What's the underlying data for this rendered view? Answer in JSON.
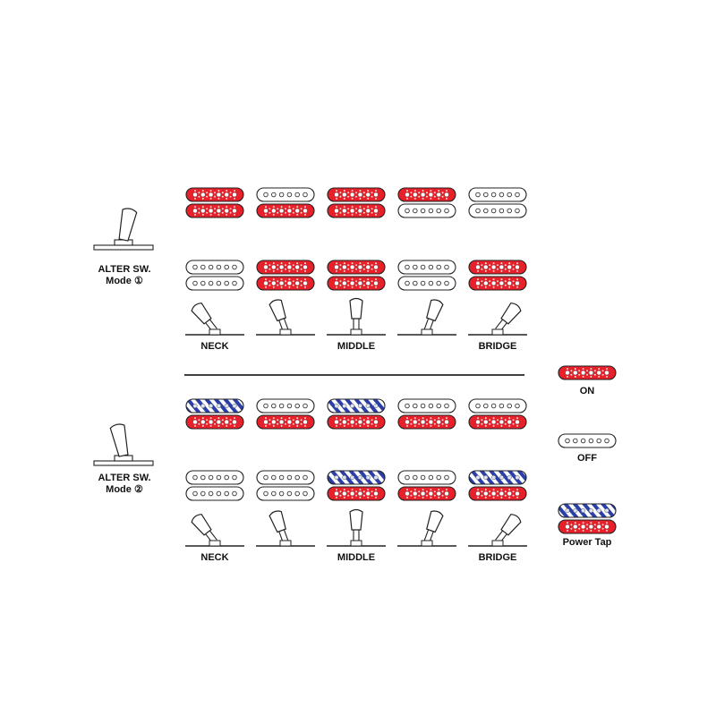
{
  "colors": {
    "on": "#e8202a",
    "power_tap_stripe": "#2a3fa8",
    "outline": "#222222",
    "pole": "#ffffff",
    "divider": "#000000"
  },
  "states": {
    "on": "ON",
    "off": "OFF",
    "power_tap": "Power Tap"
  },
  "modes": [
    {
      "switch_label": "ALTER SW.",
      "mode_label": "Mode ①",
      "positions": [
        {
          "label": "NECK",
          "lever": "neck",
          "top_pickup": [
            "on",
            "on"
          ],
          "bottom_pickup": [
            "off",
            "off"
          ]
        },
        {
          "label": "",
          "lever": "neck-mid",
          "top_pickup": [
            "off",
            "on"
          ],
          "bottom_pickup": [
            "on",
            "on"
          ]
        },
        {
          "label": "MIDDLE",
          "lever": "middle",
          "top_pickup": [
            "on",
            "on"
          ],
          "bottom_pickup": [
            "on",
            "on"
          ]
        },
        {
          "label": "",
          "lever": "mid-bridge",
          "top_pickup": [
            "on",
            "off"
          ],
          "bottom_pickup": [
            "off",
            "off"
          ]
        },
        {
          "label": "BRIDGE",
          "lever": "bridge",
          "top_pickup": [
            "off",
            "off"
          ],
          "bottom_pickup": [
            "on",
            "on"
          ]
        }
      ]
    },
    {
      "switch_label": "ALTER SW.",
      "mode_label": "Mode ②",
      "positions": [
        {
          "label": "NECK",
          "lever": "neck",
          "top_pickup": [
            "power_tap",
            "on"
          ],
          "bottom_pickup": [
            "off",
            "off"
          ]
        },
        {
          "label": "",
          "lever": "neck-mid",
          "top_pickup": [
            "off",
            "on"
          ],
          "bottom_pickup": [
            "off",
            "off"
          ]
        },
        {
          "label": "MIDDLE",
          "lever": "middle",
          "top_pickup": [
            "power_tap",
            "on"
          ],
          "bottom_pickup": [
            "power_tap",
            "on"
          ]
        },
        {
          "label": "",
          "lever": "mid-bridge",
          "top_pickup": [
            "off",
            "on"
          ],
          "bottom_pickup": [
            "off",
            "on"
          ]
        },
        {
          "label": "BRIDGE",
          "lever": "bridge",
          "top_pickup": [
            "off",
            "on"
          ],
          "bottom_pickup": [
            "power_tap",
            "on"
          ]
        }
      ]
    }
  ],
  "legend": [
    {
      "state": "on",
      "label": "ON"
    },
    {
      "state": "off",
      "label": "OFF"
    },
    {
      "state": "power_tap",
      "label": "Power Tap"
    }
  ]
}
